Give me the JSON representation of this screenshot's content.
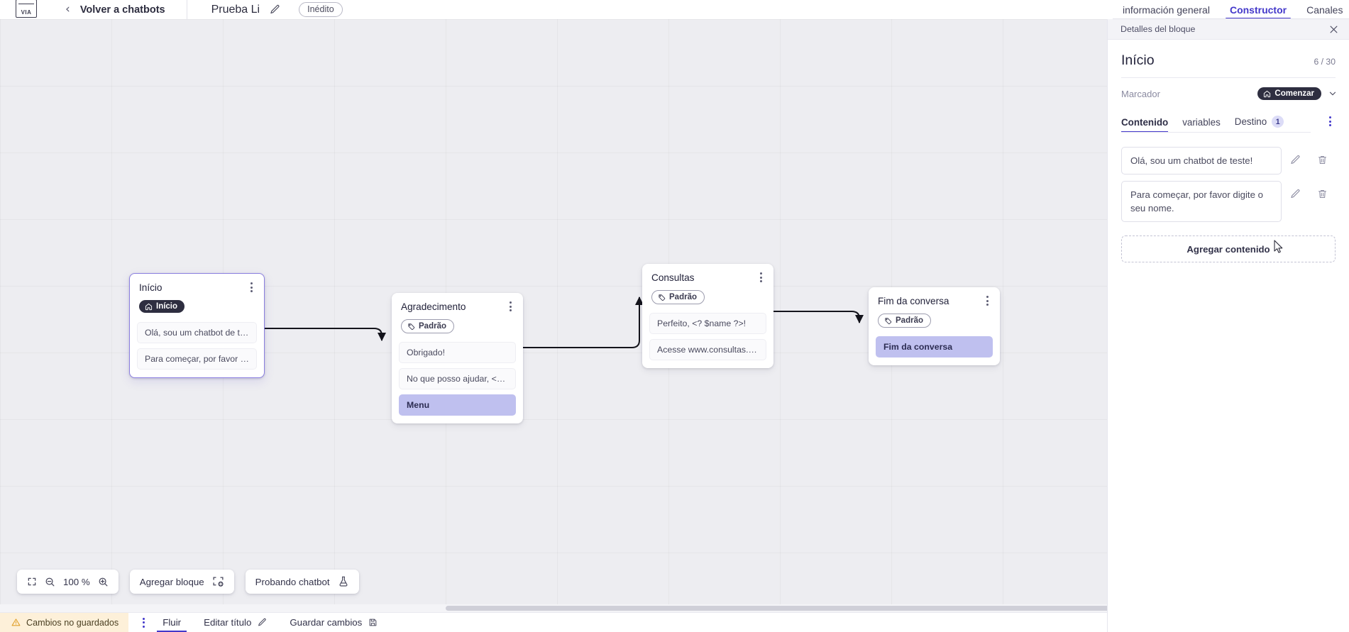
{
  "header": {
    "logo_text": "VIA",
    "back_label": "Volver a chatbots",
    "bot_title": "Prueba Li",
    "status_chip": "Inédito"
  },
  "top_tabs": [
    {
      "label": "información general",
      "active": false
    },
    {
      "label": "Constructor",
      "active": true
    },
    {
      "label": "Canales",
      "active": false
    }
  ],
  "canvas": {
    "zoom_level": "100 %",
    "add_block_label": "Agregar bloque",
    "test_bot_label": "Probando chatbot",
    "nodes": [
      {
        "title": "Início",
        "badge": "Início",
        "badge_style": "dark",
        "badge_icon": "home-icon",
        "selected": true,
        "messages": [
          {
            "text": "Olá, sou um chatbot de teste!",
            "accent": false
          },
          {
            "text": "Para começar, por favor digite o ...",
            "accent": false
          }
        ]
      },
      {
        "title": "Agradecimento",
        "badge": "Padrão",
        "badge_style": "outline",
        "badge_icon": "tag-icon",
        "selected": false,
        "messages": [
          {
            "text": "Obrigado!",
            "accent": false
          },
          {
            "text": "No que posso ajudar, <? $name ...",
            "accent": false
          },
          {
            "text": "Menu",
            "accent": true
          }
        ]
      },
      {
        "title": "Consultas",
        "badge": "Padrão",
        "badge_style": "outline",
        "badge_icon": "tag-icon",
        "selected": false,
        "messages": [
          {
            "text": "Perfeito, <? $name ?>!",
            "accent": false
          },
          {
            "text": "Acesse www.consultas.com par...",
            "accent": false
          }
        ]
      },
      {
        "title": "Fim da conversa",
        "badge": "Padrão",
        "badge_style": "outline",
        "badge_icon": "tag-icon",
        "selected": false,
        "messages": [
          {
            "text": "Fim da conversa",
            "accent": true
          }
        ]
      }
    ]
  },
  "footer": {
    "unsaved_label": "Cambios no guardados",
    "flow_tab": "Fluir",
    "edit_title_label": "Editar título",
    "save_label": "Guardar cambios"
  },
  "panel": {
    "head_title": "Detalles del bloque",
    "block_name": "Início",
    "char_count": "6 / 30",
    "marcador_label": "Marcador",
    "marcador_value": "Comenzar",
    "tabs": [
      {
        "label": "Contenido",
        "badge": "",
        "active": true
      },
      {
        "label": "variables",
        "badge": "",
        "active": false
      },
      {
        "label": "Destino",
        "badge": "1",
        "active": false
      }
    ],
    "contents": [
      {
        "text": "Olá, sou um chatbot de teste!"
      },
      {
        "text": "Para começar, por favor digite o seu nome."
      }
    ],
    "add_content_label": "Agregar contenido"
  },
  "colors": {
    "accent": "#4338ca",
    "node_accent_bg": "#bfc0ef",
    "badge_dark": "#2e2e40",
    "unsaved_bg": "#fdf0d9",
    "canvas_bg": "#ededf1"
  }
}
